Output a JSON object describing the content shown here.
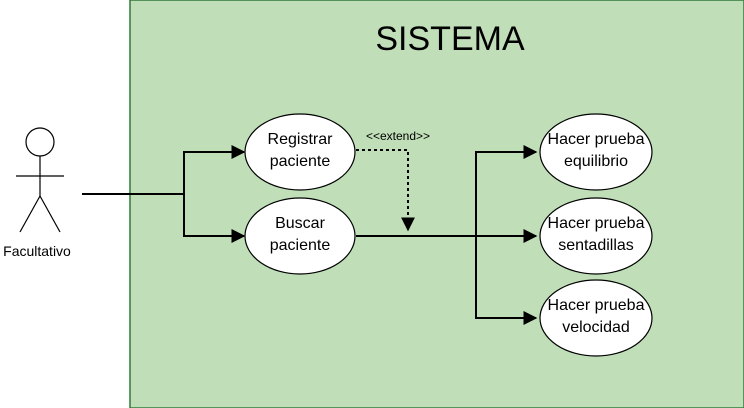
{
  "system": {
    "title": "SISTEMA",
    "fill_color": "#c0dfb8",
    "border_color": "#2f7a3b"
  },
  "actor": {
    "name": "Facultativo"
  },
  "use_cases": {
    "registrar": [
      "Registrar",
      "paciente"
    ],
    "buscar": [
      "Buscar",
      "paciente"
    ],
    "equilibrio": [
      "Hacer prueba",
      "equilibrio"
    ],
    "sentadillas": [
      "Hacer prueba",
      "sentadillas"
    ],
    "velocidad": [
      "Hacer prueba",
      "velocidad"
    ]
  },
  "relations": {
    "extend_label": "<<extend>>"
  }
}
